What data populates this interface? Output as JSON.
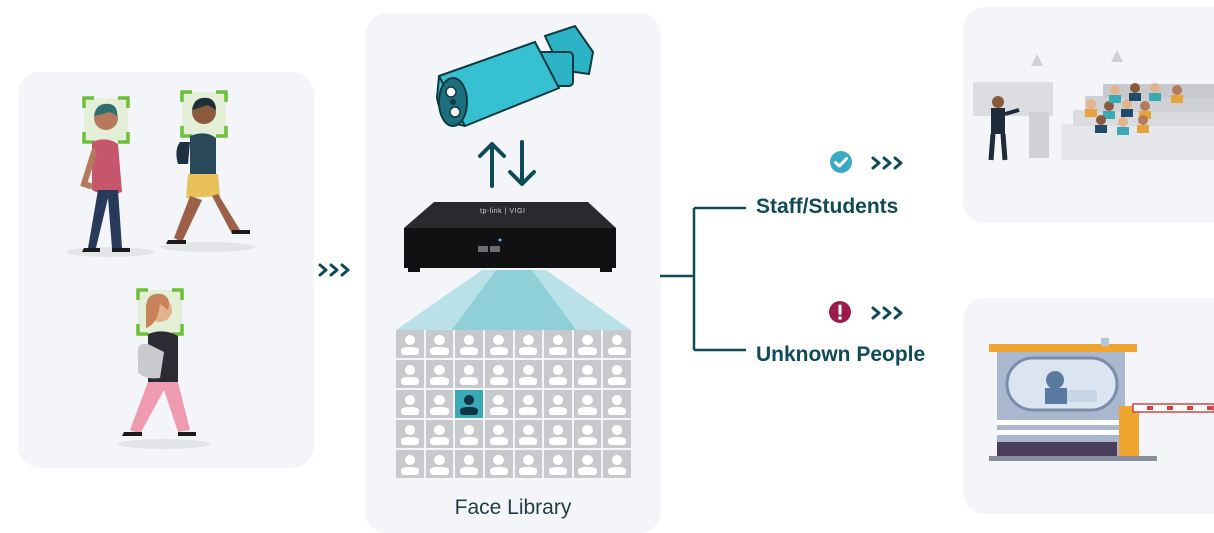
{
  "colors": {
    "panel": "#f4f5f8",
    "teal_dark": "#0f4a59",
    "teal_light": "#8fcfd8",
    "face_frame": "#6dbf3a",
    "check_badge": "#3aa9c4",
    "alert_badge": "#9b1b4b",
    "barrier_orange": "#f0a530"
  },
  "icons": {
    "arrows": "chevron-triple-right-icon",
    "sync": "up-down-arrows-icon",
    "check": "check-circle-icon",
    "alert": "exclamation-circle-icon",
    "face": "person-silhouette-icon"
  },
  "face_library": {
    "label": "Face Library",
    "rows": 5,
    "cols": 8,
    "selected": {
      "row": 3,
      "col": 3
    }
  },
  "nvr": {
    "brand": "tp-link | VIGI"
  },
  "outcomes": {
    "staff": {
      "label": "Staff/Students"
    },
    "unknown": {
      "label": "Unknown People"
    }
  }
}
